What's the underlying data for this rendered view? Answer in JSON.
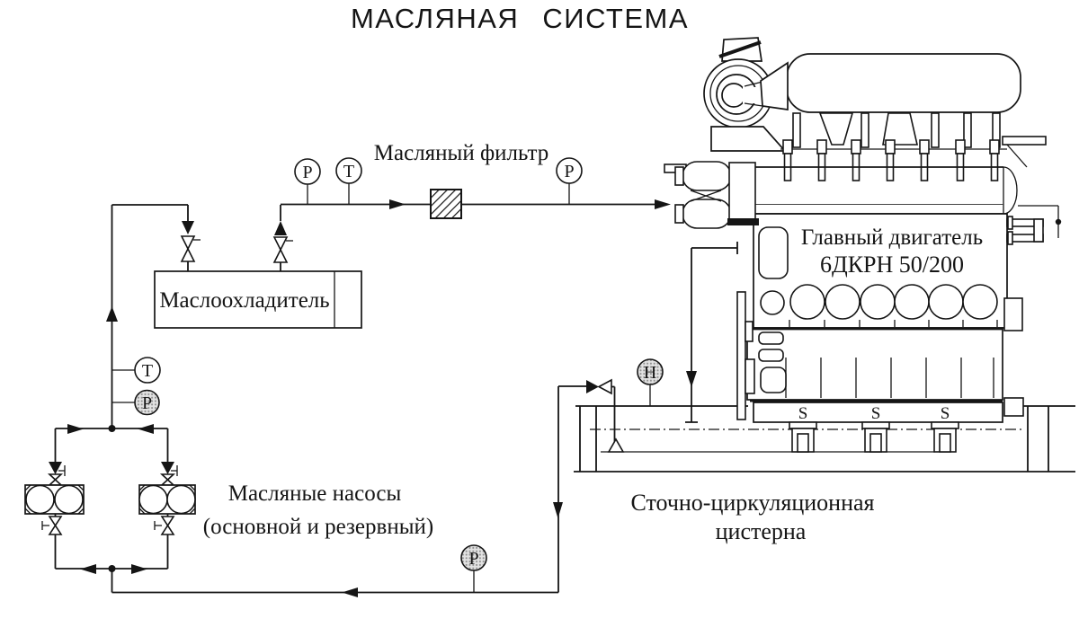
{
  "title": "МАСЛЯНАЯ СИСТЕМА",
  "labels": {
    "oil_filter": "Масляный фильтр",
    "oil_cooler": "Маслоохладитель",
    "engine_line1": "Главный двигатель",
    "engine_line2": "6ДКРН 50/200",
    "pumps_line1": "Масляные насосы",
    "pumps_line2": "(основной и резервный)",
    "tank_line1": "Сточно-циркуляционная",
    "tank_line2": "цистерна"
  },
  "gauges": [
    {
      "letter": "P",
      "kind": "pressure",
      "location": "cooler-outlet-line",
      "shaded": false
    },
    {
      "letter": "T",
      "kind": "temperature",
      "location": "cooler-outlet-line",
      "shaded": false
    },
    {
      "letter": "P",
      "kind": "pressure",
      "location": "after-filter",
      "shaded": false
    },
    {
      "letter": "T",
      "kind": "temperature",
      "location": "pump-discharge-riser",
      "shaded": false
    },
    {
      "letter": "P",
      "kind": "pressure",
      "location": "pump-discharge-riser",
      "shaded": true
    },
    {
      "letter": "P",
      "kind": "pressure",
      "location": "suction-return-line",
      "shaded": true
    },
    {
      "letter": "H",
      "kind": "level",
      "location": "tank-top",
      "shaded": true
    }
  ],
  "sump_marks": [
    "S",
    "S",
    "S"
  ],
  "colors": {
    "line": "#151515",
    "background": "#ffffff",
    "gauge_shade_bg": "#e2e2e2",
    "gauge_shade_dot": "#8f8f8f"
  }
}
